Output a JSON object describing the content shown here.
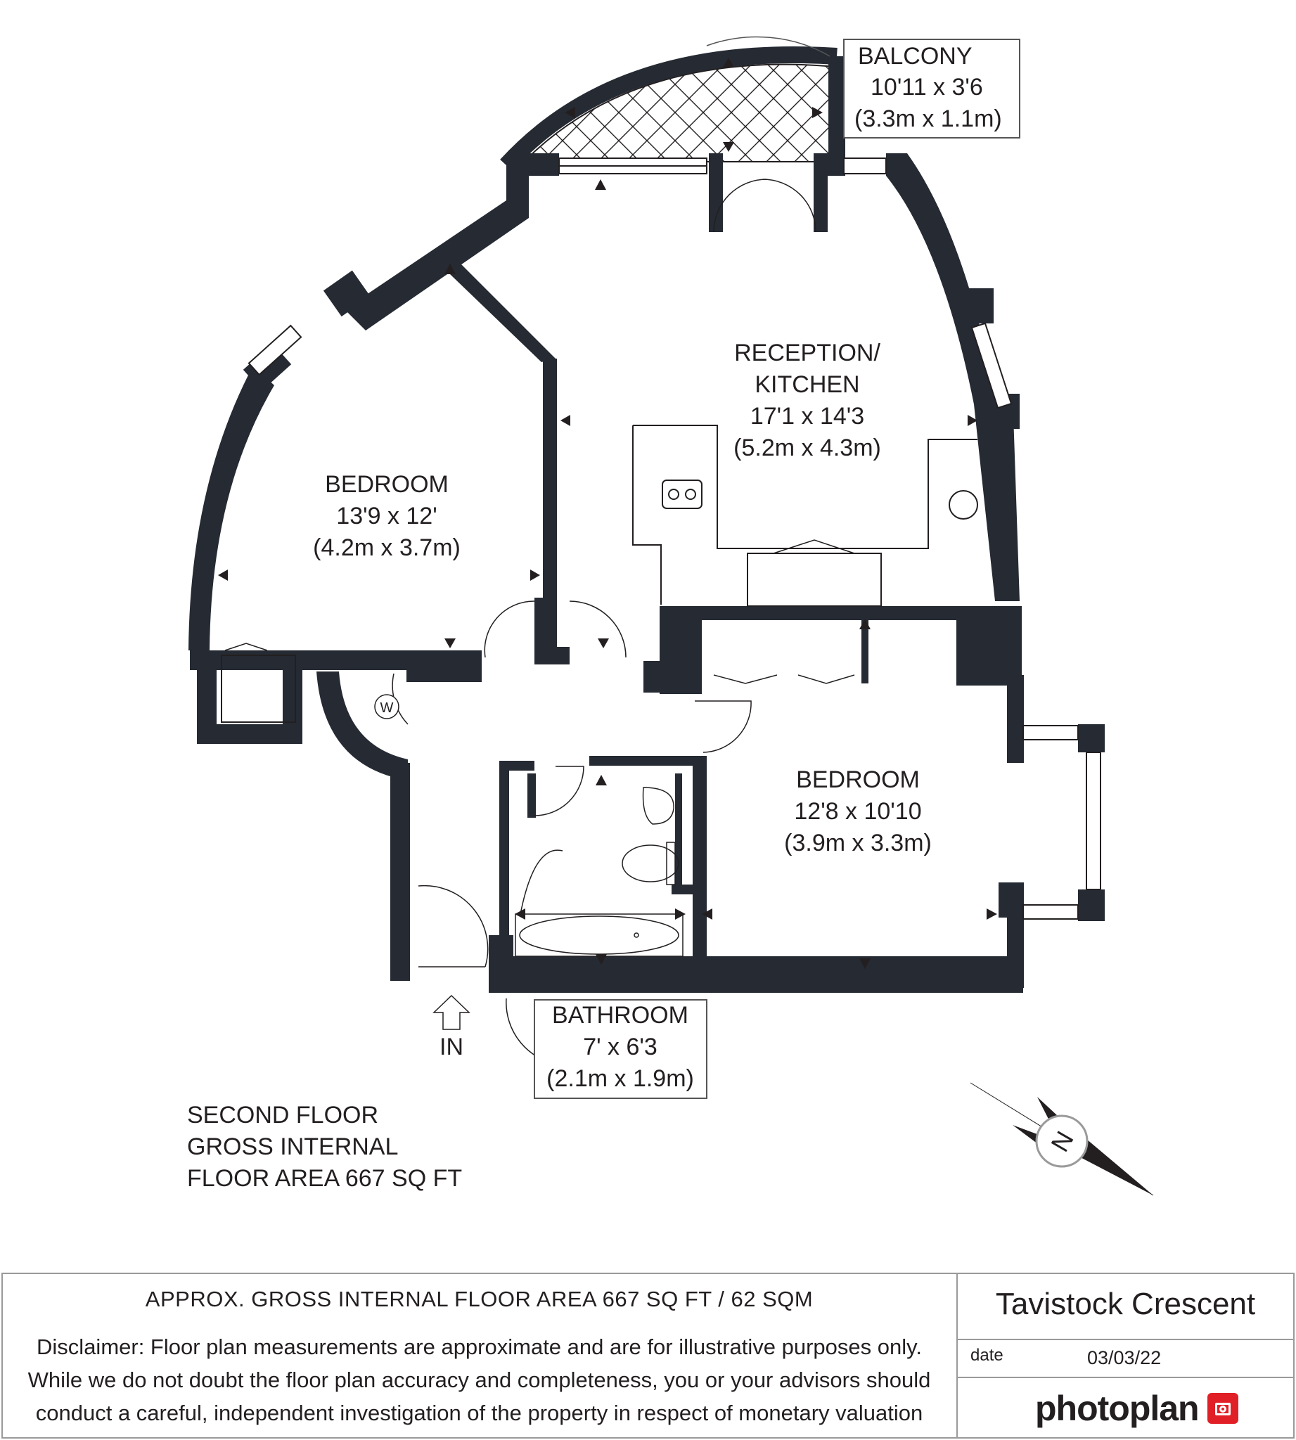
{
  "rooms": {
    "balcony": {
      "name": "BALCONY",
      "imperial": "10'11 x 3'6",
      "metric": "(3.3m x 1.1m)"
    },
    "reception": {
      "name_line1": "RECEPTION/",
      "name_line2": "KITCHEN",
      "imperial": "17'1 x 14'3",
      "metric": "(5.2m x 4.3m)"
    },
    "bedroom1": {
      "name": "BEDROOM",
      "imperial": "13'9 x 12'",
      "metric": "(4.2m x 3.7m)"
    },
    "bedroom2": {
      "name": "BEDROOM",
      "imperial": "12'8 x 10'10",
      "metric": "(3.9m x 3.3m)"
    },
    "bathroom": {
      "name": "BATHROOM",
      "imperial": "7' x 6'3",
      "metric": "(2.1m x 1.9m)"
    }
  },
  "fixtures": {
    "washer": "W"
  },
  "entrance": {
    "label": "IN"
  },
  "floor": {
    "line1": "SECOND FLOOR",
    "line2": "GROSS INTERNAL",
    "line3": "FLOOR AREA 667 SQ FT"
  },
  "compass": {
    "letter": "N"
  },
  "footer": {
    "area": "APPROX. GROSS INTERNAL FLOOR AREA 667 SQ FT / 62 SQM",
    "disclaimer_1": "Disclaimer: Floor plan measurements are approximate and are for illustrative purposes only.",
    "disclaimer_2": "While we do not doubt the floor plan accuracy and completeness, you or your advisors should",
    "disclaimer_3": "conduct a careful, independent investigation of the property in respect of monetary valuation",
    "property": "Tavistock Crescent",
    "date_label": "date",
    "date_value": "03/03/22",
    "brand": "photoplan"
  },
  "colors": {
    "wall": "#252a33",
    "brand_red": "#e11f26"
  }
}
